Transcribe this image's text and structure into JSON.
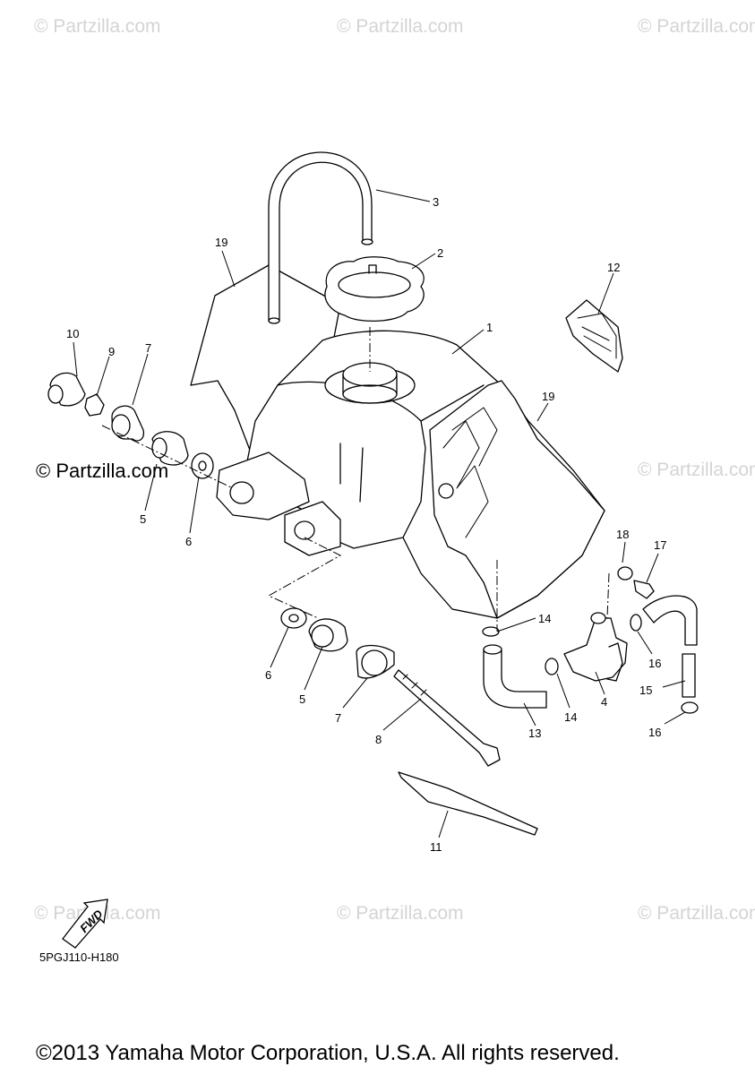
{
  "watermarks": {
    "text": "© Partzilla.com",
    "emphasized": "© Partzilla.com"
  },
  "callouts": [
    {
      "id": "c1",
      "label": "1"
    },
    {
      "id": "c2",
      "label": "2"
    },
    {
      "id": "c3",
      "label": "3"
    },
    {
      "id": "c4",
      "label": "4"
    },
    {
      "id": "c5a",
      "label": "5"
    },
    {
      "id": "c5b",
      "label": "5"
    },
    {
      "id": "c6a",
      "label": "6"
    },
    {
      "id": "c6b",
      "label": "6"
    },
    {
      "id": "c7a",
      "label": "7"
    },
    {
      "id": "c7b",
      "label": "7"
    },
    {
      "id": "c8",
      "label": "8"
    },
    {
      "id": "c9",
      "label": "9"
    },
    {
      "id": "c10",
      "label": "10"
    },
    {
      "id": "c11",
      "label": "11"
    },
    {
      "id": "c12",
      "label": "12"
    },
    {
      "id": "c13",
      "label": "13"
    },
    {
      "id": "c14a",
      "label": "14"
    },
    {
      "id": "c14b",
      "label": "14"
    },
    {
      "id": "c15",
      "label": "15"
    },
    {
      "id": "c16a",
      "label": "16"
    },
    {
      "id": "c16b",
      "label": "16"
    },
    {
      "id": "c17",
      "label": "17"
    },
    {
      "id": "c18",
      "label": "18"
    },
    {
      "id": "c19a",
      "label": "19"
    },
    {
      "id": "c19b",
      "label": "19"
    }
  ],
  "fwd_badge": "FWD",
  "diagram_code": "5PGJ110-H180",
  "copyright": "©2013 Yamaha Motor Corporation, U.S.A. All rights reserved."
}
